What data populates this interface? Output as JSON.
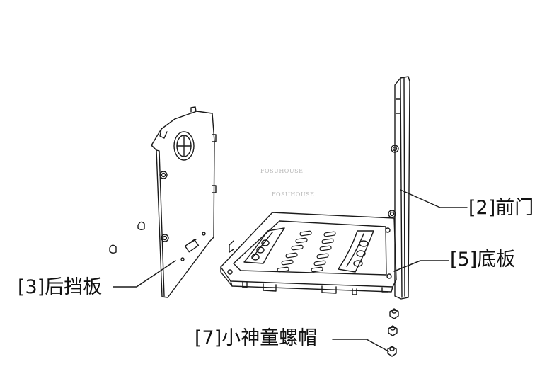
{
  "labels": {
    "front_door": "[2]前门",
    "base_plate": "[5]底板",
    "back_baffle": "[3]后挡板",
    "small_nut": "[7]小神童螺帽"
  },
  "watermark": {
    "line1": "FOSUHOUSE",
    "line2": "FOSUHOUSE"
  },
  "colors": {
    "line": "#1a1a1a",
    "text": "#111111"
  }
}
